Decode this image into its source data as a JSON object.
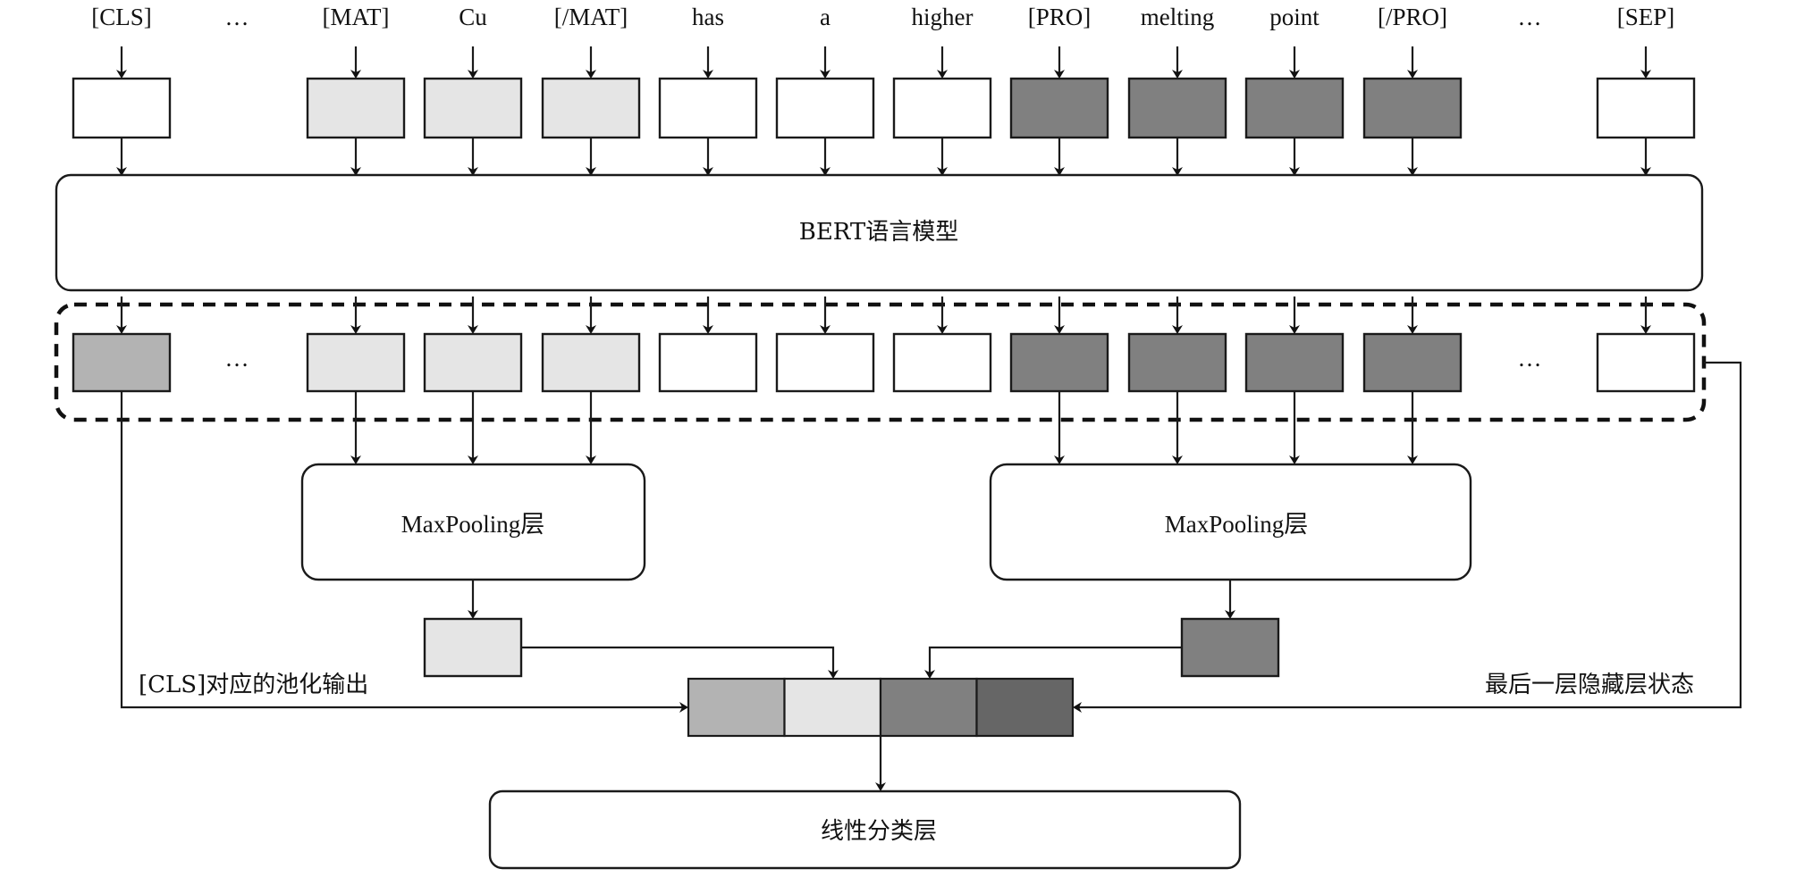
{
  "tokens": [
    {
      "label": "[CLS]",
      "fill": "#ffffff",
      "hidden_fill": "#b3b3b3",
      "group": "cls"
    },
    {
      "label": "…",
      "ellipsis": true
    },
    {
      "label": "[MAT]",
      "fill": "#e5e5e5",
      "hidden_fill": "#e5e5e5",
      "group": "mat"
    },
    {
      "label": "Cu",
      "fill": "#e5e5e5",
      "hidden_fill": "#e5e5e5",
      "group": "mat"
    },
    {
      "label": "[/MAT]",
      "fill": "#e5e5e5",
      "hidden_fill": "#e5e5e5",
      "group": "mat"
    },
    {
      "label": "has",
      "fill": "#ffffff",
      "hidden_fill": "#ffffff",
      "group": "none"
    },
    {
      "label": "a",
      "fill": "#ffffff",
      "hidden_fill": "#ffffff",
      "group": "none"
    },
    {
      "label": "higher",
      "fill": "#ffffff",
      "hidden_fill": "#ffffff",
      "group": "none"
    },
    {
      "label": "[PRO]",
      "fill": "#808080",
      "hidden_fill": "#808080",
      "group": "pro"
    },
    {
      "label": "melting",
      "fill": "#808080",
      "hidden_fill": "#808080",
      "group": "pro"
    },
    {
      "label": "point",
      "fill": "#808080",
      "hidden_fill": "#808080",
      "group": "pro"
    },
    {
      "label": "[/PRO]",
      "fill": "#808080",
      "hidden_fill": "#808080",
      "group": "pro"
    },
    {
      "label": "…",
      "ellipsis": true
    },
    {
      "label": "[SEP]",
      "fill": "#ffffff",
      "hidden_fill": "#ffffff",
      "group": "sep"
    }
  ],
  "hidden_ellipsis": "…",
  "bert_label": "BERT语言模型",
  "maxpool_left_label": "MaxPooling层",
  "maxpool_right_label": "MaxPooling层",
  "pooled_left_fill": "#e5e5e5",
  "pooled_right_fill": "#808080",
  "concat_fills": [
    "#b3b3b3",
    "#e5e5e5",
    "#808080",
    "#666666"
  ],
  "cls_output_label": "[CLS]对应的池化输出",
  "last_hidden_label": "最后一层隐藏层状态",
  "linear_label": "线性分类层",
  "stroke_color": "#1a1a1a"
}
